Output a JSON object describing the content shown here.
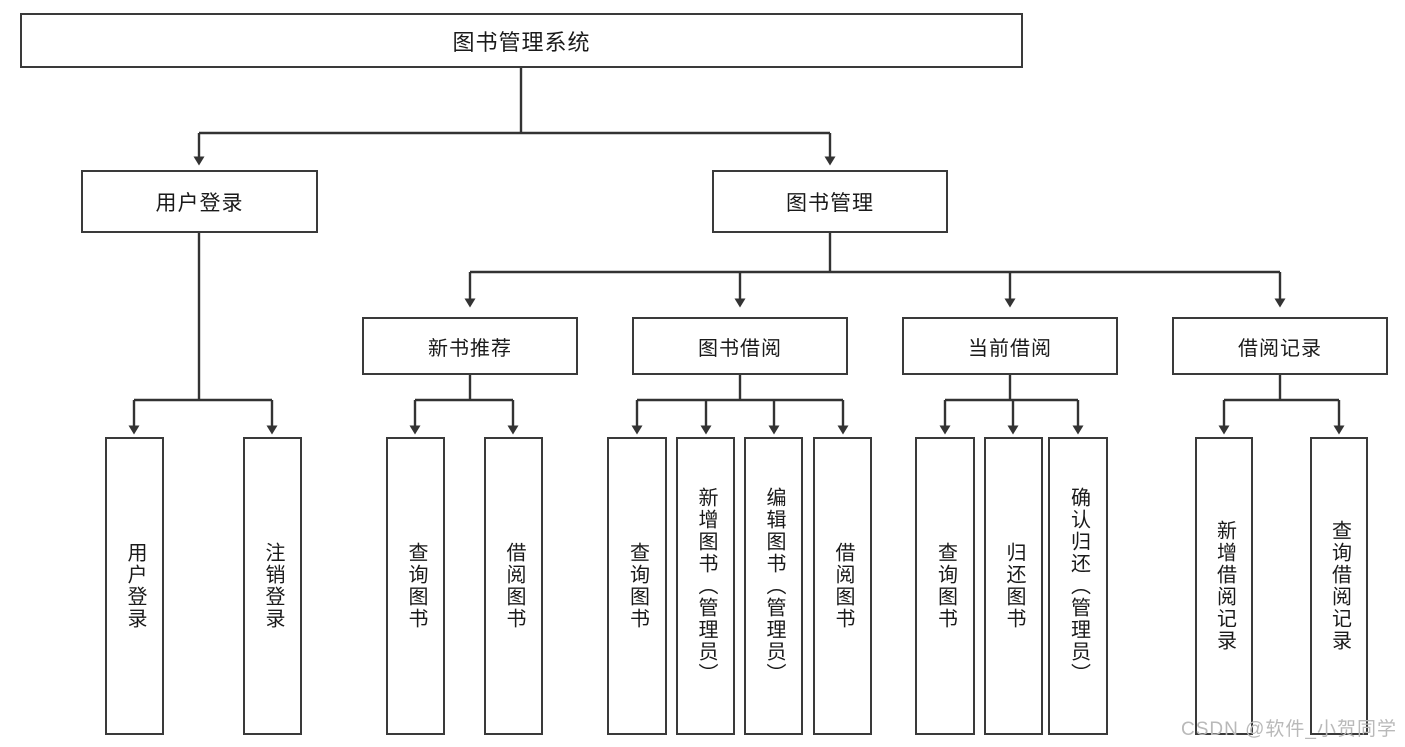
{
  "diagram": {
    "type": "tree-hierarchy",
    "title": "图书管理系统",
    "orientation": "top-down",
    "watermark": "CSDN @软件_小贺同学",
    "colors": {
      "box_border": "#3a3a3a",
      "box_fill": "#ffffff",
      "connector": "#333333",
      "text": "#1a1a1a",
      "watermark": "#b9b9b9",
      "background": "#ffffff"
    },
    "root": {
      "label": "图书管理系统"
    },
    "level2": [
      {
        "label": "用户登录"
      },
      {
        "label": "图书管理"
      }
    ],
    "level3": [
      {
        "label": "新书推荐"
      },
      {
        "label": "图书借阅"
      },
      {
        "label": "当前借阅"
      },
      {
        "label": "借阅记录"
      }
    ],
    "leaves": {
      "user_login": [
        {
          "label": "用户登录"
        },
        {
          "label": "注销登录"
        }
      ],
      "new_book_recommend": [
        {
          "label": "查询图书"
        },
        {
          "label": "借阅图书"
        }
      ],
      "book_borrow": [
        {
          "label": "查询图书"
        },
        {
          "label": "新增图书（管理员）"
        },
        {
          "label": "编辑图书（管理员）"
        },
        {
          "label": "借阅图书"
        }
      ],
      "current_borrow": [
        {
          "label": "查询图书"
        },
        {
          "label": "归还图书"
        },
        {
          "label": "确认归还（管理员）"
        }
      ],
      "borrow_record": [
        {
          "label": "新增借阅记录"
        },
        {
          "label": "查询借阅记录"
        }
      ]
    }
  }
}
